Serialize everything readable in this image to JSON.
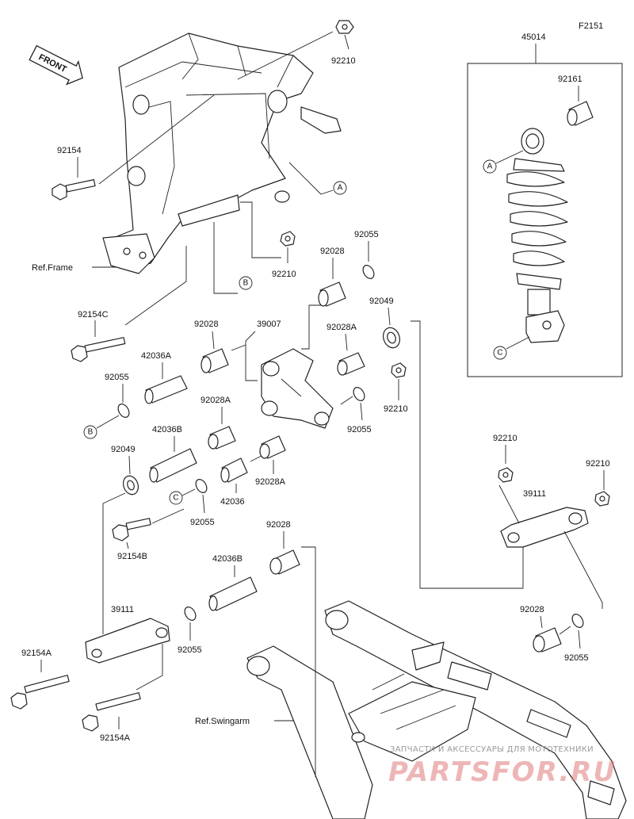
{
  "figure_code": "F2151",
  "front_badge": "FRONT",
  "ref_frame": "Ref.Frame",
  "ref_swingarm": "Ref.Swingarm",
  "shock_assembly_number": "45014",
  "watermark": {
    "line1": "ЗАПЧАСТИ И АКСЕССУАРЫ ДЛЯ МОТОТЕХНИКИ",
    "line2": "PARTSFOR.RU"
  },
  "callouts": {
    "A": "A",
    "B": "B",
    "C": "C"
  },
  "parts": {
    "92210": "92210",
    "92154": "92154",
    "92154C": "92154C",
    "92154B": "92154B",
    "92154A": "92154A",
    "92055": "92055",
    "92028": "92028",
    "92028A": "92028A",
    "92049": "92049",
    "92161": "92161",
    "39007": "39007",
    "39111": "39111",
    "42036": "42036",
    "42036A": "42036A",
    "42036B": "42036B"
  }
}
